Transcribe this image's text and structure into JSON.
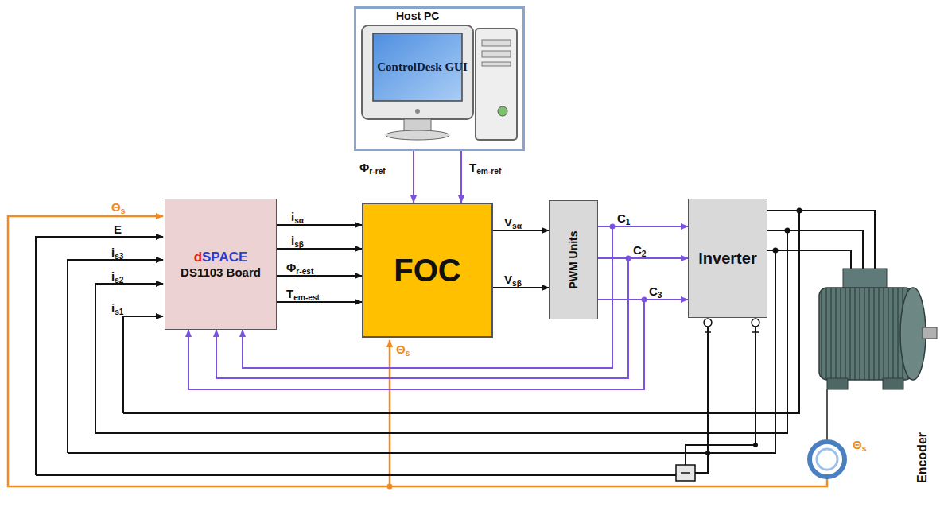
{
  "diagram": {
    "nodes": [
      {
        "text": [
          "Host PC"
        ]
      },
      {
        "text": [
          "ControlDesk GUI"
        ],
        "in": 0
      },
      {
        "text": [
          "dSPACE",
          "DS1103 Board"
        ]
      },
      {
        "text": [
          "FOC"
        ]
      },
      {
        "text": [
          "PWM Units"
        ]
      },
      {
        "text": [
          "Inverter"
        ]
      }
    ],
    "edges": [
      {
        "from": 0,
        "to": 3,
        "arrow": "to",
        "label": "Φr-ref"
      },
      {
        "from": 0,
        "to": 3,
        "arrow": "to",
        "label": "Tem-ref"
      },
      {
        "from": 2,
        "to": 3,
        "arrow": "to",
        "label": "isα"
      },
      {
        "from": 2,
        "to": 3,
        "arrow": "to",
        "label": "isβ"
      },
      {
        "from": 2,
        "to": 3,
        "arrow": "to",
        "label": "Φr-est"
      },
      {
        "from": 2,
        "to": 3,
        "arrow": "to",
        "label": "Tem-est"
      },
      {
        "from": 3,
        "to": 4,
        "arrow": "to",
        "label": "Vsα"
      },
      {
        "from": 3,
        "to": 4,
        "arrow": "to",
        "label": "Vsβ"
      },
      {
        "from": 4,
        "to": 5,
        "arrow": "to",
        "label": "C1"
      },
      {
        "from": 4,
        "to": 5,
        "arrow": "to",
        "label": "C2"
      },
      {
        "from": 4,
        "to": 5,
        "arrow": "to",
        "label": "C3"
      },
      {
        "from": 4,
        "to": 2,
        "arrow": "to"
      },
      {
        "from": 4,
        "to": 2,
        "arrow": "to"
      },
      {
        "from": 4,
        "to": 2,
        "arrow": "to"
      }
    ],
    "labels": [
      "Θs",
      "E",
      "is3",
      "is2",
      "is1",
      "Θs",
      "Θs",
      "Encoder"
    ]
  }
}
